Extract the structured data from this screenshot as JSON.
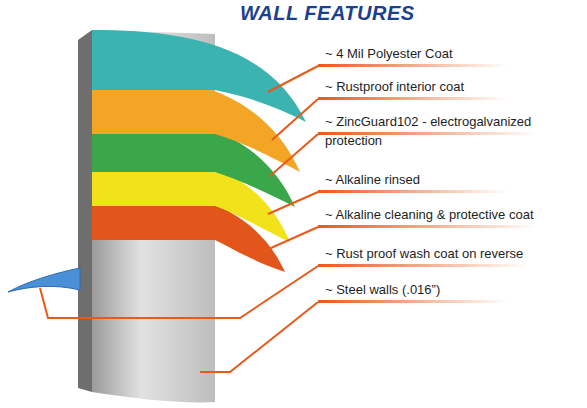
{
  "diagram": {
    "title": "WALL FEATURES",
    "labels": [
      "~ 4 Mil Polyester Coat",
      "~ Rustproof interior coat",
      "~ ZincGuard102 - electrogalvanized protection",
      "~ Alkaline rinsed",
      "~ Alkaline cleaning & protective coat",
      "~ Rust proof wash coat on reverse",
      "~ Steel walls (.016”)"
    ]
  }
}
